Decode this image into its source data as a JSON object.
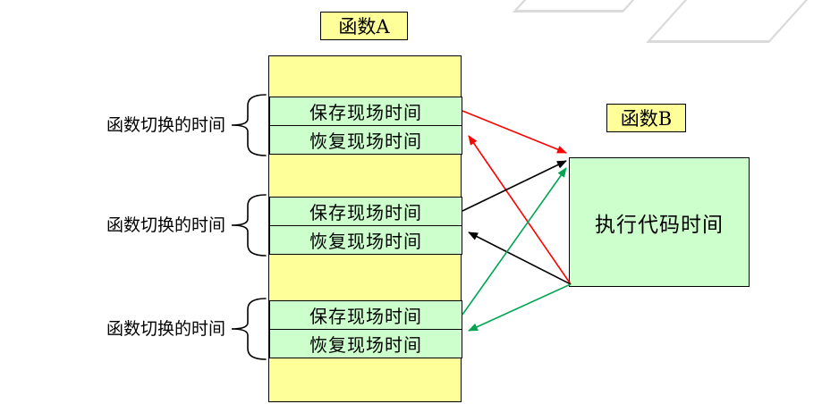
{
  "diagram": {
    "function_a": {
      "title": "函数A",
      "pairs": [
        {
          "save": "保存现场时间",
          "restore": "恢复现场时间",
          "switch_label": "函数切换的时间"
        },
        {
          "save": "保存现场时间",
          "restore": "恢复现场时间",
          "switch_label": "函数切换的时间"
        },
        {
          "save": "保存现场时间",
          "restore": "恢复现场时间",
          "switch_label": "函数切换的时间"
        }
      ]
    },
    "function_b": {
      "title": "函数B",
      "body": "执行代码时间"
    },
    "arrows": [
      {
        "from": "pair-1-save",
        "to": "function-b-top-left",
        "color": "#FF0000"
      },
      {
        "from": "function-b-bottom-left",
        "to": "pair-1-restore",
        "color": "#FF0000"
      },
      {
        "from": "pair-2-save",
        "to": "function-b-top-left",
        "color": "#000000"
      },
      {
        "from": "function-b-bottom-left",
        "to": "pair-2-restore",
        "color": "#000000"
      },
      {
        "from": "pair-3-save",
        "to": "function-b-top-left",
        "color": "#00A651"
      },
      {
        "from": "function-b-bottom-left",
        "to": "pair-3-restore",
        "color": "#00A651"
      }
    ],
    "colors": {
      "box_yellow": "#FFFF99",
      "box_green": "#CCFFCC",
      "border": "#000000",
      "arrow_red": "#FF0000",
      "arrow_black": "#000000",
      "arrow_green": "#00A651"
    }
  }
}
